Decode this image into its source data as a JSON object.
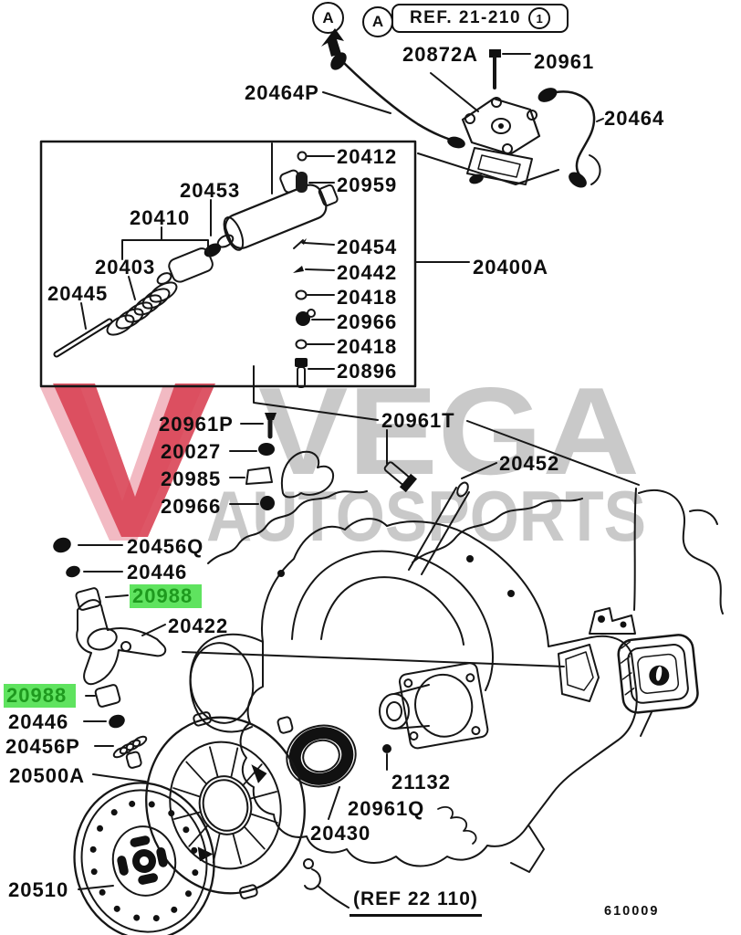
{
  "diagram": {
    "view_marker": "A",
    "ref_top": "REF. 21-210",
    "ref_top_badge": "1"
  },
  "watermark": {
    "line1": "VEGA",
    "line2": "AUTOSPORTS"
  },
  "colors": {
    "line": "#161616",
    "highlight_bg": "#5fe35f",
    "highlight_text": "#1e9a1e",
    "watermark_gray": "#c9c9c9",
    "watermark_red": "#d94455",
    "watermark_pink": "#f2bac3"
  },
  "labels": [
    {
      "text": "20872A"
    },
    {
      "text": "20961"
    },
    {
      "text": "20464P"
    },
    {
      "text": "20464"
    },
    {
      "text": "20412"
    },
    {
      "text": "20959"
    },
    {
      "text": "20453"
    },
    {
      "text": "20410"
    },
    {
      "text": "20403"
    },
    {
      "text": "20445"
    },
    {
      "text": "20454"
    },
    {
      "text": "20442"
    },
    {
      "text": "20418"
    },
    {
      "text": "20966"
    },
    {
      "text": "20418"
    },
    {
      "text": "20896"
    },
    {
      "text": "20400A"
    },
    {
      "text": "20961P"
    },
    {
      "text": "20027"
    },
    {
      "text": "20985"
    },
    {
      "text": "20966"
    },
    {
      "text": "20961T"
    },
    {
      "text": "20452"
    },
    {
      "text": "20456Q"
    },
    {
      "text": "20446"
    },
    {
      "text": "20988",
      "highlight": true
    },
    {
      "text": "20422"
    },
    {
      "text": "20988",
      "highlight": true
    },
    {
      "text": "20446"
    },
    {
      "text": "20456P"
    },
    {
      "text": "20500A"
    },
    {
      "text": "20510"
    },
    {
      "text": "21132"
    },
    {
      "text": "20961Q"
    },
    {
      "text": "20430"
    },
    {
      "text": "(REF 22 110)"
    },
    {
      "text": "610009"
    }
  ]
}
